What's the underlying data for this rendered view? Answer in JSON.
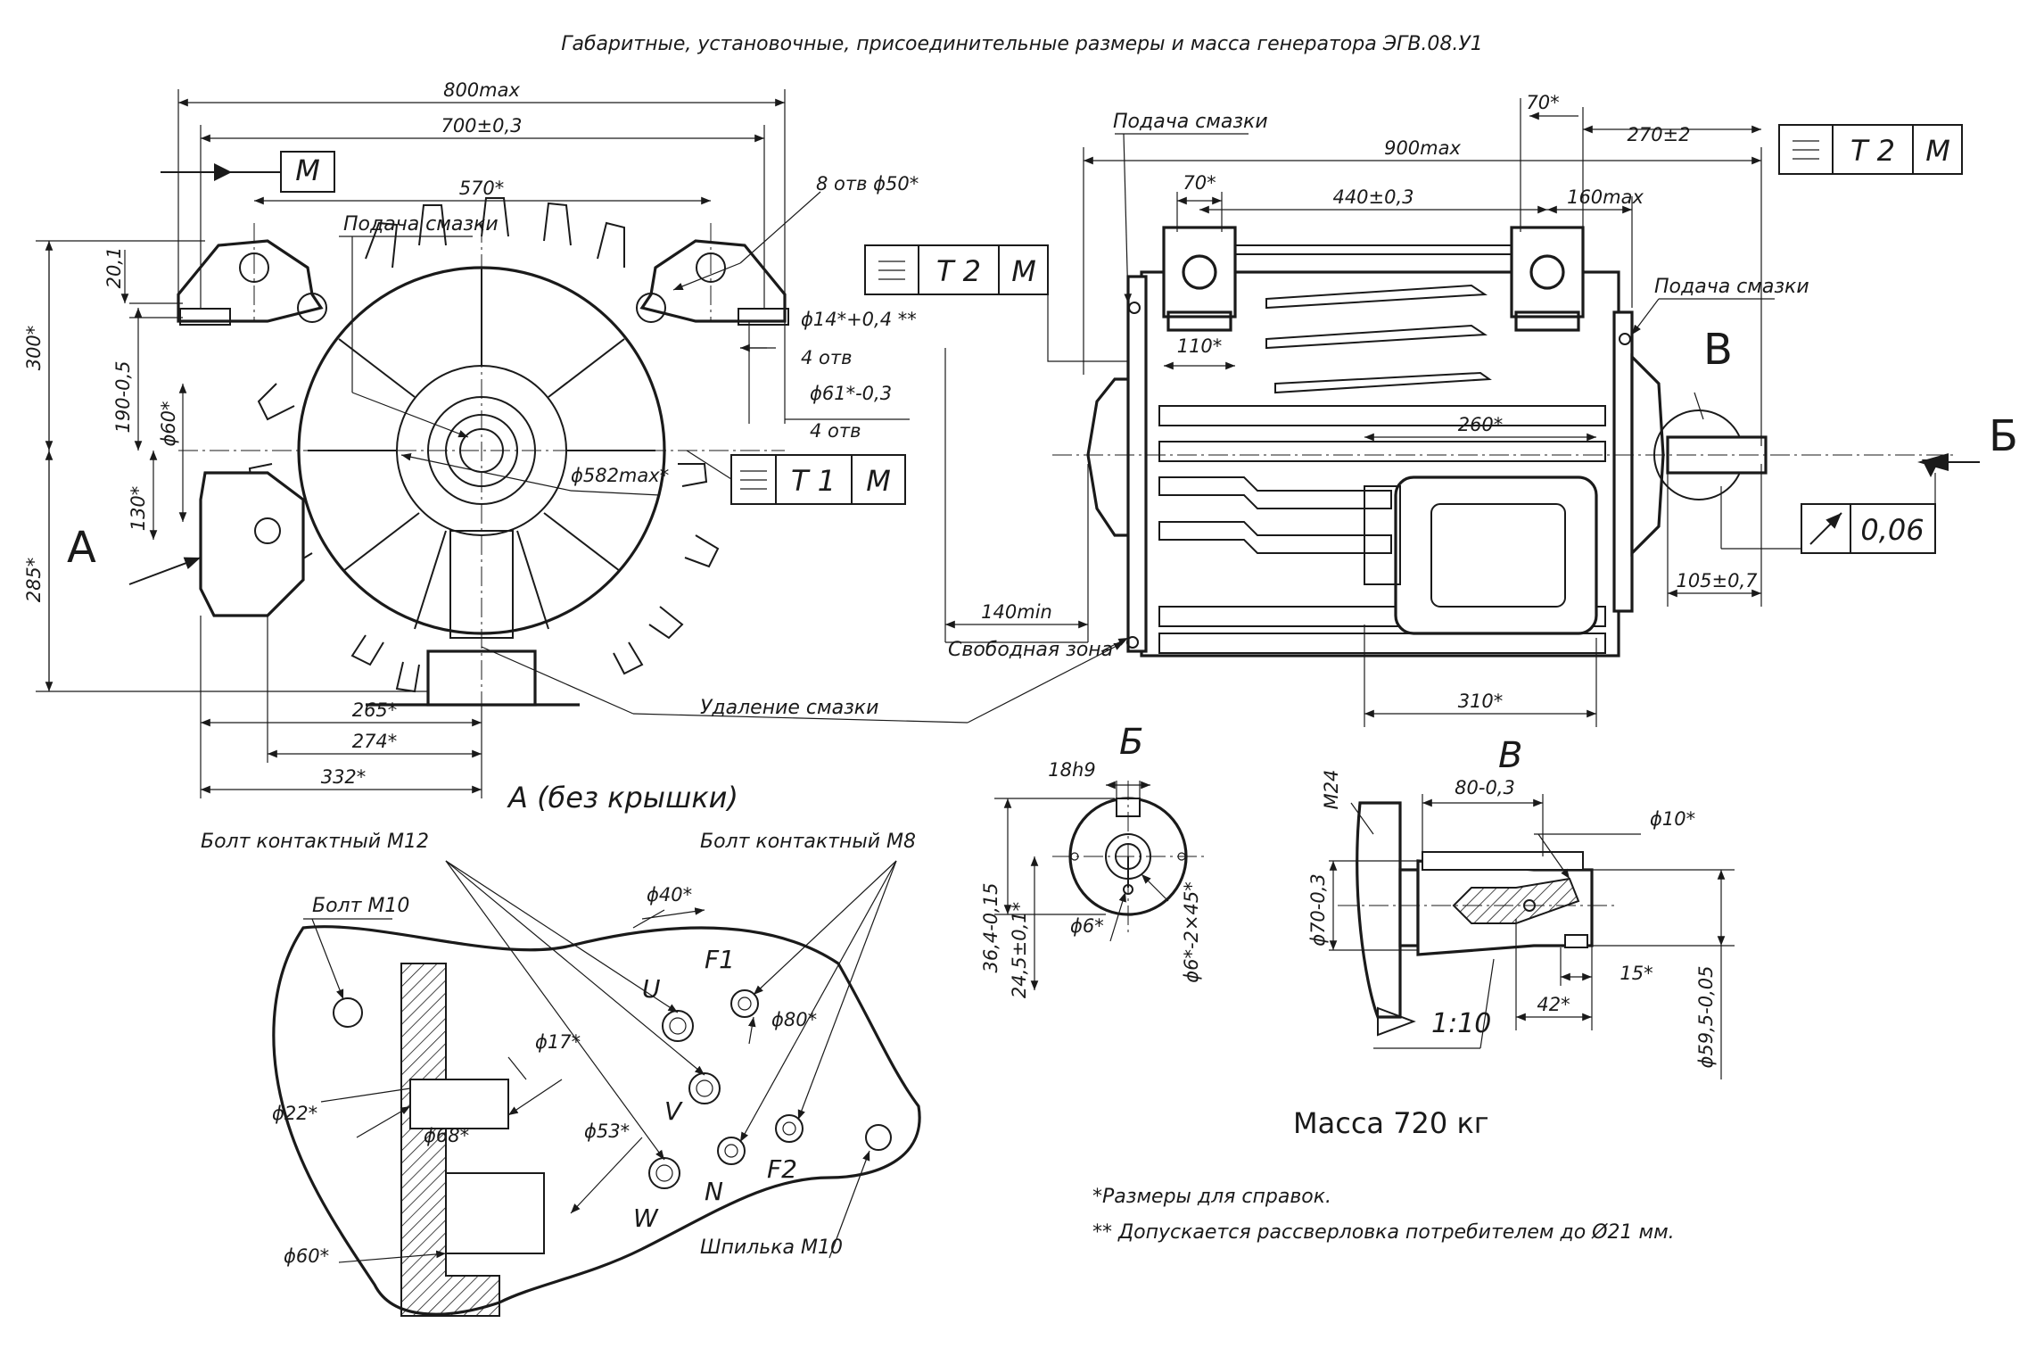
{
  "title": "Габаритные, установочные, присоединительные размеры и масса генератора ЭГВ.08.У1",
  "dims": {
    "d800": "800max",
    "d700": "700±0,3",
    "d570": "570*",
    "d8holes": "8 отв ϕ50*",
    "d201": "20,1",
    "d300": "300*",
    "d190": "190-0,5",
    "d60": "ϕ60*",
    "d130": "130*",
    "d285": "285*",
    "d14": "ϕ14*+0,4 **",
    "d4a": "4 отв",
    "d61": "ϕ61*-0,3",
    "d4b": "4 отв",
    "d582": "ϕ582max*",
    "d265": "265*",
    "d274": "274*",
    "d332": "332*",
    "d70a": "70*",
    "d900": "900max",
    "d270": "270±2",
    "d70b": "70*",
    "d440": "440±0,3",
    "d160": "160max",
    "d110": "110*",
    "d260": "260*",
    "d140": "140min",
    "d105": "105±0,7",
    "d310": "310*",
    "d18": "18h9",
    "d364": "36,4-0,15",
    "d245": "24,5±0,1*",
    "d6": "ϕ6*",
    "d6x45": "ϕ6*-2×45*",
    "dM24": "M24",
    "d80": "80-0,3",
    "d10": "ϕ10*",
    "d70c": "ϕ70-0,3",
    "d15": "15*",
    "d42": "42*",
    "d595": "ϕ59,5-0,05",
    "d110b": "1:10",
    "d40": "ϕ40*",
    "d17": "ϕ17*",
    "d80b": "ϕ80*",
    "d22": "ϕ22*",
    "d68": "ϕ68*",
    "d53": "ϕ53*",
    "d60b": "ϕ60*"
  },
  "labels": {
    "lub_left": "Подача смазки",
    "lub_top": "Подача смазки",
    "lub_right": "Подача смазки",
    "removal": "Удаление смазки",
    "free_zone": "Свободная зона",
    "view_A": "А (без крышки)",
    "arrow_A": "А",
    "arrow_B": "Б",
    "arrow_V": "В",
    "sec_B": "Б",
    "sec_V": "В",
    "bolt_m12": "Болт контактный М12",
    "bolt_m8": "Болт контактный М8",
    "bolt_m10": "Болт М10",
    "stud_m10": "Шпилька М10",
    "term_U": "U",
    "term_V": "V",
    "term_W": "W",
    "term_N": "N",
    "term_F1": "F1",
    "term_F2": "F2"
  },
  "frames": {
    "t2m_left": [
      "T 2",
      "M"
    ],
    "t1m": [
      "T 1",
      "M"
    ],
    "t2m_right": [
      "T 2",
      "M"
    ],
    "m_box": "M",
    "runout": "0,06"
  },
  "mass": "Масса 720 кг",
  "notes": [
    "*Размеры для справок.",
    "** Допускается рассверловка потребителем до Ø21 мм."
  ]
}
